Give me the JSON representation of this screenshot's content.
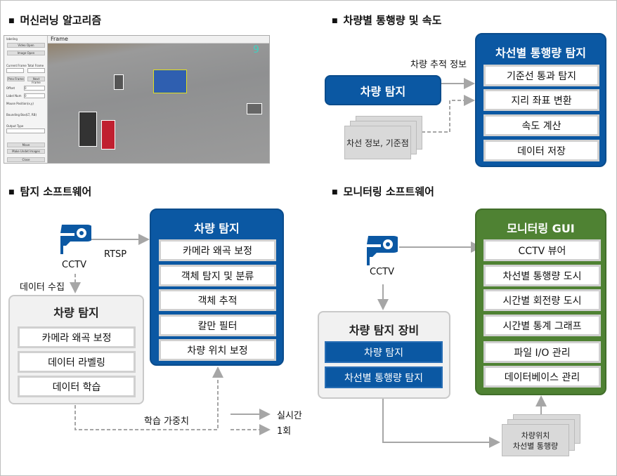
{
  "sections": {
    "ml": "머신러닝 알고리즘",
    "speed": "차량별 통행량 및 속도",
    "detect_sw": "탐지 소프트웨어",
    "monitor_sw": "모니터링 소프트웨어"
  },
  "screenshot": {
    "panel_title": "labeling",
    "window_title": "Frame",
    "buttons": [
      "Video Open",
      "Image Open",
      "Prev Frame",
      "Next Frame",
      "Move",
      "Make Undet Images",
      "Close"
    ],
    "labels": [
      "Current Frame",
      "Total Frame",
      "Offset",
      "Label Num",
      "Mouse Position(x,y)",
      "Bounding Box(LT, RB)",
      "Output Type"
    ],
    "offset_value": "0",
    "label_num_value": "0",
    "frame_counter": "9"
  },
  "speed_diagram": {
    "vehicle_detect": "차량 탐지",
    "tracking_info": "차량 추적 정보",
    "doc_label": "차선 정보, 기준점",
    "box_title": "차선별 통행량 탐지",
    "items": [
      "기준선 통과 탐지",
      "지리 좌표 변환",
      "속도 계산",
      "데이터 저장"
    ]
  },
  "detect_diagram": {
    "cctv": "CCTV",
    "rtsp": "RTSP",
    "data_collect": "데이터 수집",
    "blue_title": "차량 탐지",
    "blue_items": [
      "카메라 왜곡 보정",
      "객체 탐지 및 분류",
      "객체 추적",
      "칼만 필터",
      "차량 위치 보정"
    ],
    "gray_title": "차량 탐지",
    "gray_items": [
      "카메라 왜곡 보정",
      "데이터 라벨링",
      "데이터 학습"
    ],
    "weights": "학습 가중치",
    "legend_realtime": "실시간",
    "legend_once": "1회"
  },
  "monitor_diagram": {
    "cctv": "CCTV",
    "device_title": "차량 탐지 장비",
    "device_items": [
      "차량 탐지",
      "차선별 통행량 탐지"
    ],
    "doc_lines": [
      "차량위치",
      "차선별 통행량"
    ],
    "gui_title": "모니터링 GUI",
    "gui_items": [
      "CCTV 뷰어",
      "차선별 통행량 도시",
      "시간별 회전량 도시",
      "시간별 통계 그래프",
      "파일 I/O 관리",
      "데이터베이스 관리"
    ]
  },
  "colors": {
    "blue": "#0b58a3",
    "green": "#4f8233",
    "gray": "#f1f1f1",
    "arrow": "#a6a6a6"
  }
}
